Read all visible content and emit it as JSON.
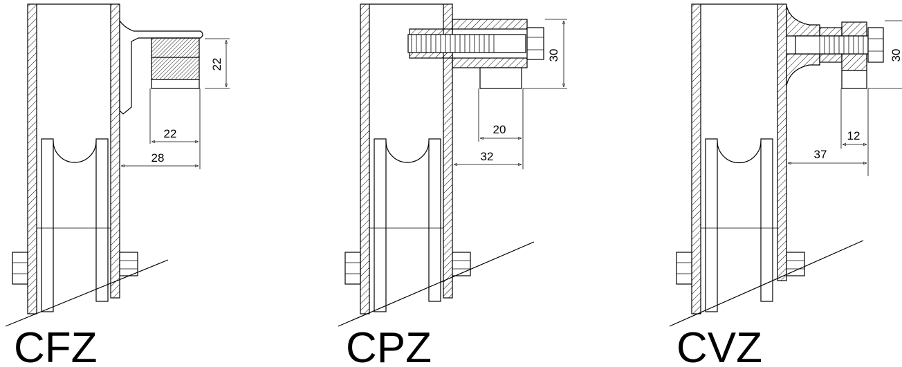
{
  "models": [
    {
      "label": "CFZ",
      "dimensions": {
        "height": "22",
        "width": "22",
        "offset": "28"
      }
    },
    {
      "label": "CPZ",
      "dimensions": {
        "height": "30",
        "width": "20",
        "offset": "32"
      }
    },
    {
      "label": "CVZ",
      "dimensions": {
        "height": "30",
        "width": "12",
        "offset": "37"
      }
    }
  ]
}
